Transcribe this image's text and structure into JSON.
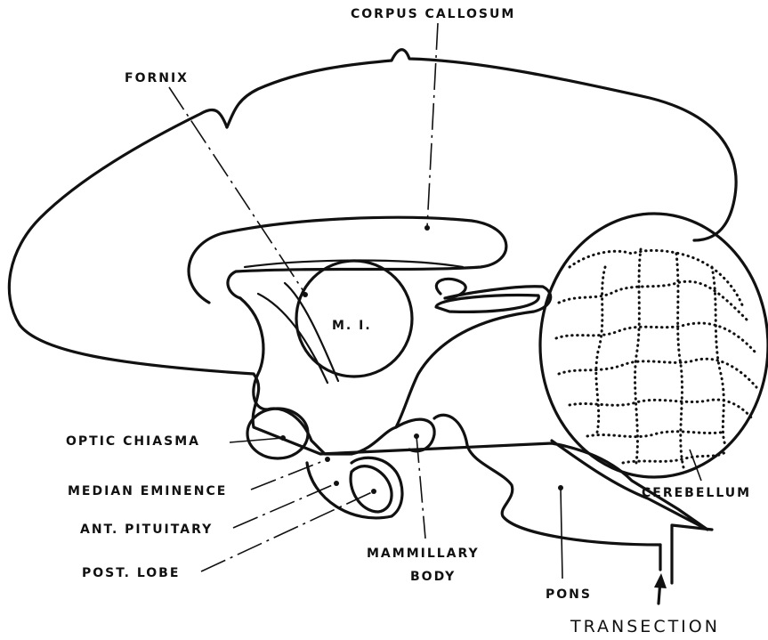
{
  "labels": {
    "corpus_callosum": "CORPUS CALLOSUM",
    "fornix": "FORNIX",
    "mi": "M. I.",
    "optic_chiasma": "OPTIC CHIASMA",
    "median_eminence": "MEDIAN EMINENCE",
    "ant_pituitary": "ANT. PITUITARY",
    "post_lobe": "POST. LOBE",
    "mammillary": "MAMMILLARY",
    "body": "BODY",
    "pons": "PONS",
    "cerebellum": "CEREBELLUM",
    "transection": "TRANSECTION"
  },
  "colors": {
    "ink": "#111111",
    "background": "#ffffff"
  }
}
